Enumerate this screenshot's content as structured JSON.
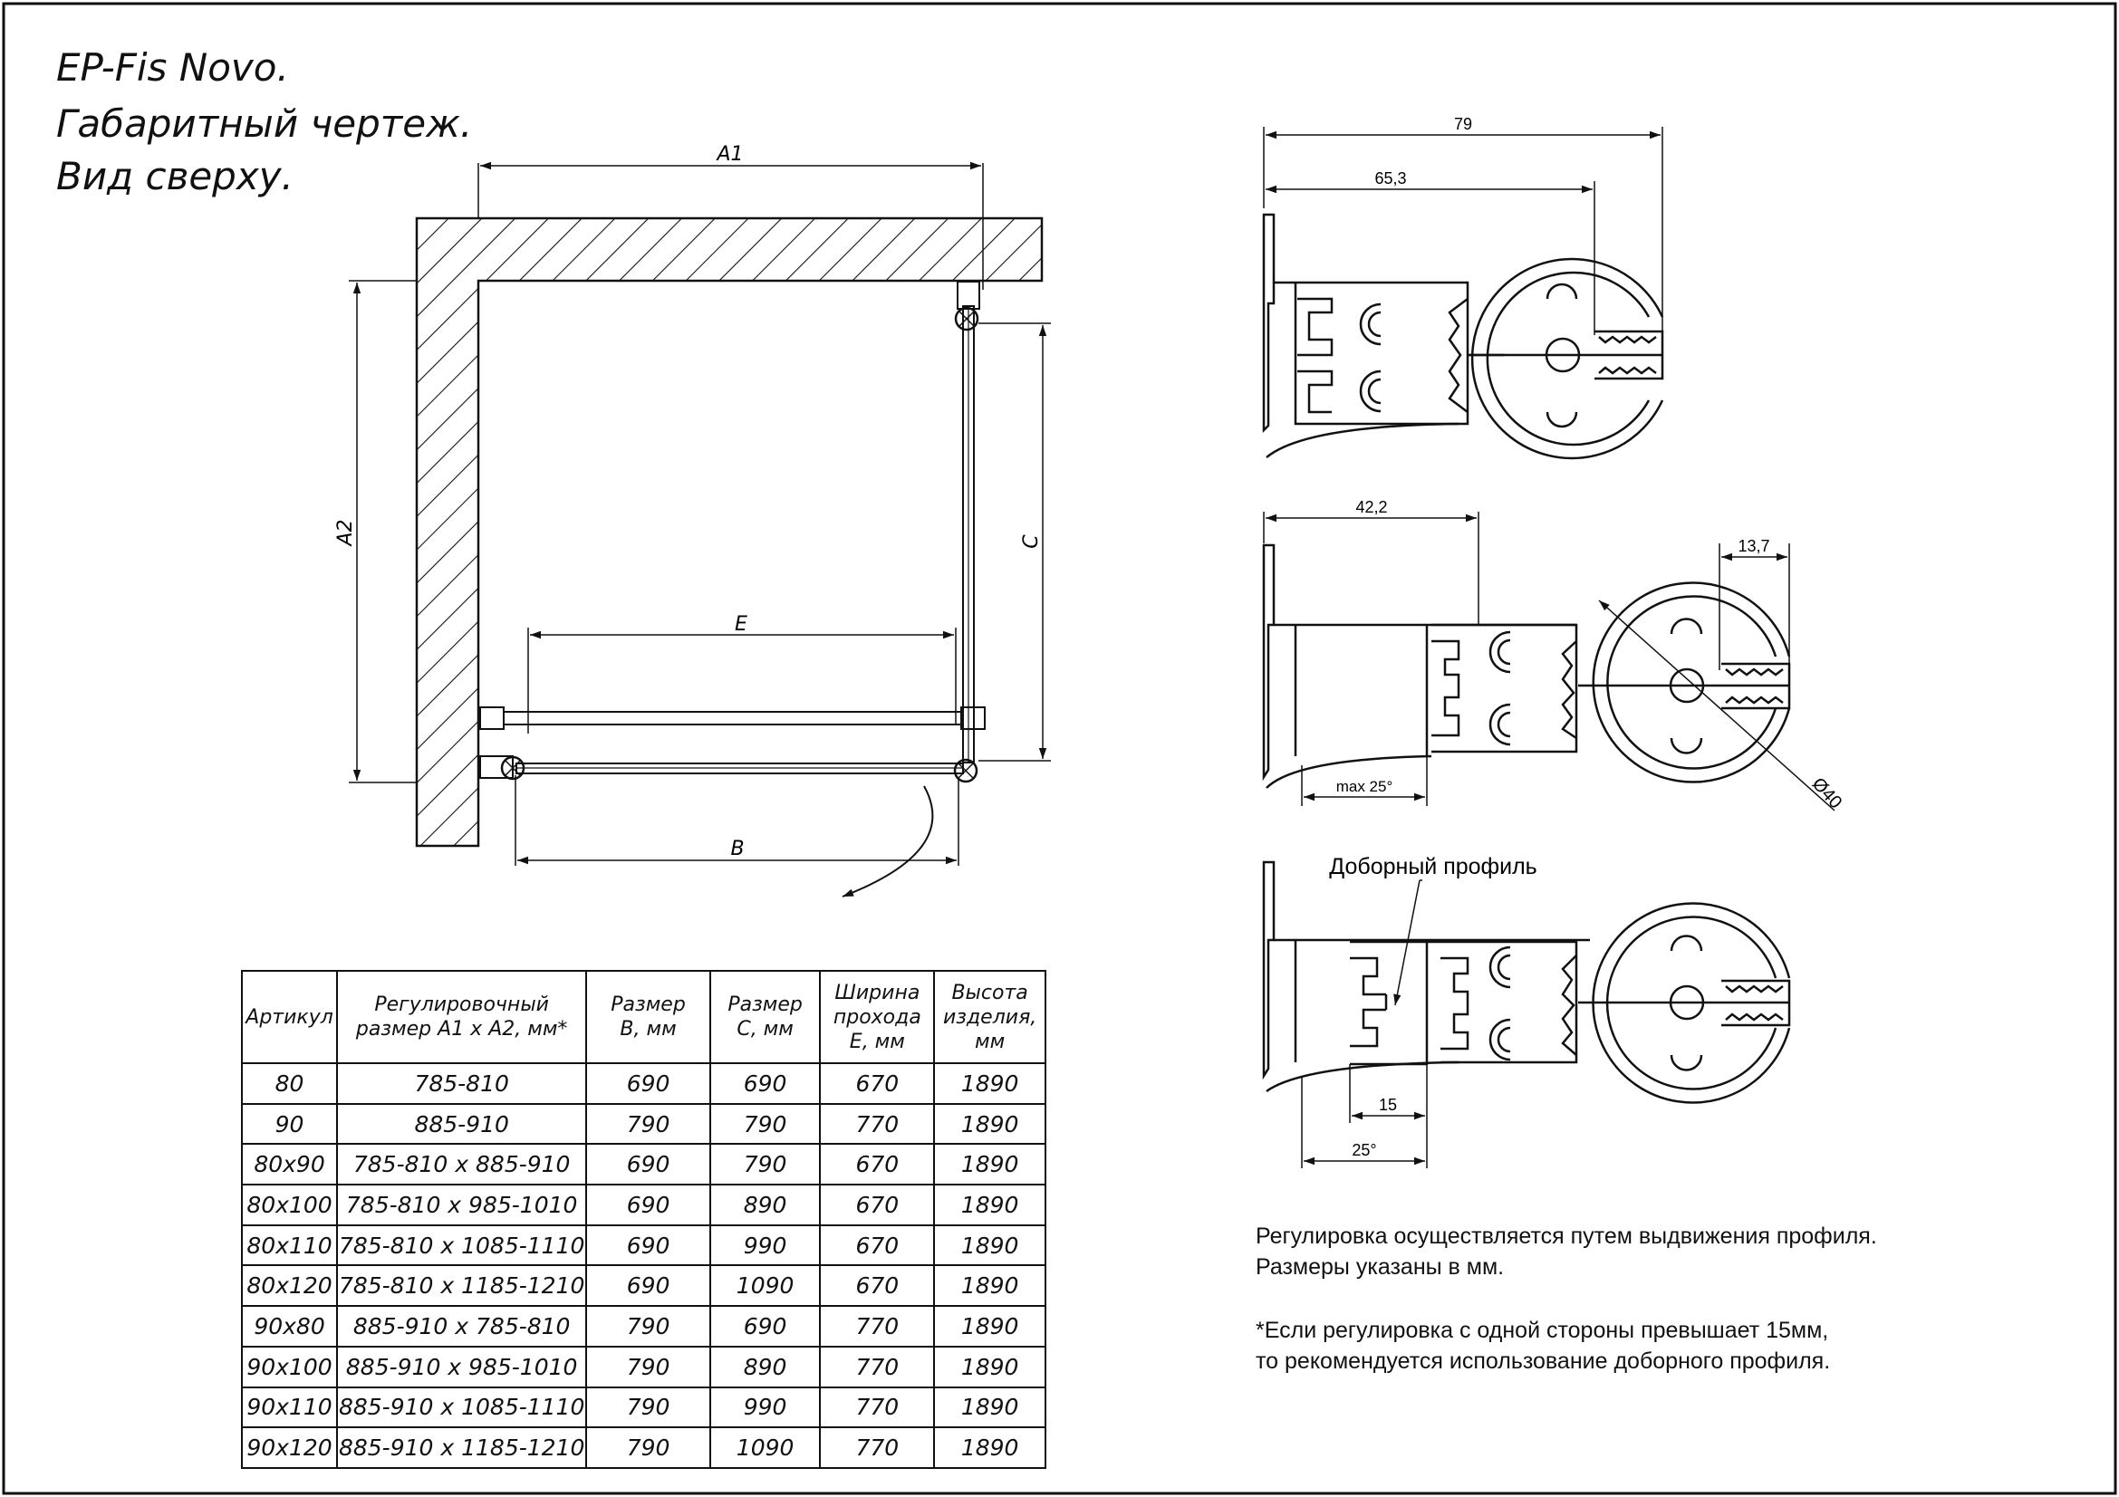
{
  "title": {
    "line1": "EP-Fis Novo.",
    "line2": "Габаритный чертеж.",
    "line3": "Вид сверху."
  },
  "plan_labels": {
    "a1": "A1",
    "a2": "A2",
    "b": "B",
    "c": "C",
    "e": "E"
  },
  "profile_dims": {
    "d79": "79",
    "d65": "65,3",
    "d42": "42,2",
    "d13": "13,7",
    "dia": "Ø40",
    "max25": "max 25°",
    "d15": "15",
    "d25": "25°"
  },
  "profile_callout": "Доборный профиль",
  "table": {
    "headers": [
      [
        "Артикул"
      ],
      [
        "Регулировочный",
        "размер А1 х А2, мм*"
      ],
      [
        "Размер",
        "B, мм"
      ],
      [
        "Размер",
        "С, мм"
      ],
      [
        "Ширина",
        "прохода",
        "Е, мм"
      ],
      [
        "Высота",
        "изделия,",
        "мм"
      ]
    ],
    "rows": [
      [
        "80",
        "785-810",
        "690",
        "690",
        "670",
        "1890"
      ],
      [
        "90",
        "885-910",
        "790",
        "790",
        "770",
        "1890"
      ],
      [
        "80x90",
        "785-810 x 885-910",
        "690",
        "790",
        "670",
        "1890"
      ],
      [
        "80x100",
        "785-810 x 985-1010",
        "690",
        "890",
        "670",
        "1890"
      ],
      [
        "80x110",
        "785-810 x 1085-1110",
        "690",
        "990",
        "670",
        "1890"
      ],
      [
        "80x120",
        "785-810 x 1185-1210",
        "690",
        "1090",
        "670",
        "1890"
      ],
      [
        "90x80",
        "885-910 x 785-810",
        "790",
        "690",
        "770",
        "1890"
      ],
      [
        "90x100",
        "885-910 x 985-1010",
        "790",
        "890",
        "770",
        "1890"
      ],
      [
        "90x110",
        "885-910 x 1085-1110",
        "790",
        "990",
        "770",
        "1890"
      ],
      [
        "90x120",
        "885-910 x 1185-1210",
        "790",
        "1090",
        "770",
        "1890"
      ]
    ]
  },
  "notes": {
    "line1": "Регулировка осуществляется путем выдвижения профиля.",
    "line2": "Размеры указаны в мм.",
    "line3": "*Если регулировка с одной стороны превышает 15мм,",
    "line4": "то рекомендуется использование доборного профиля."
  }
}
